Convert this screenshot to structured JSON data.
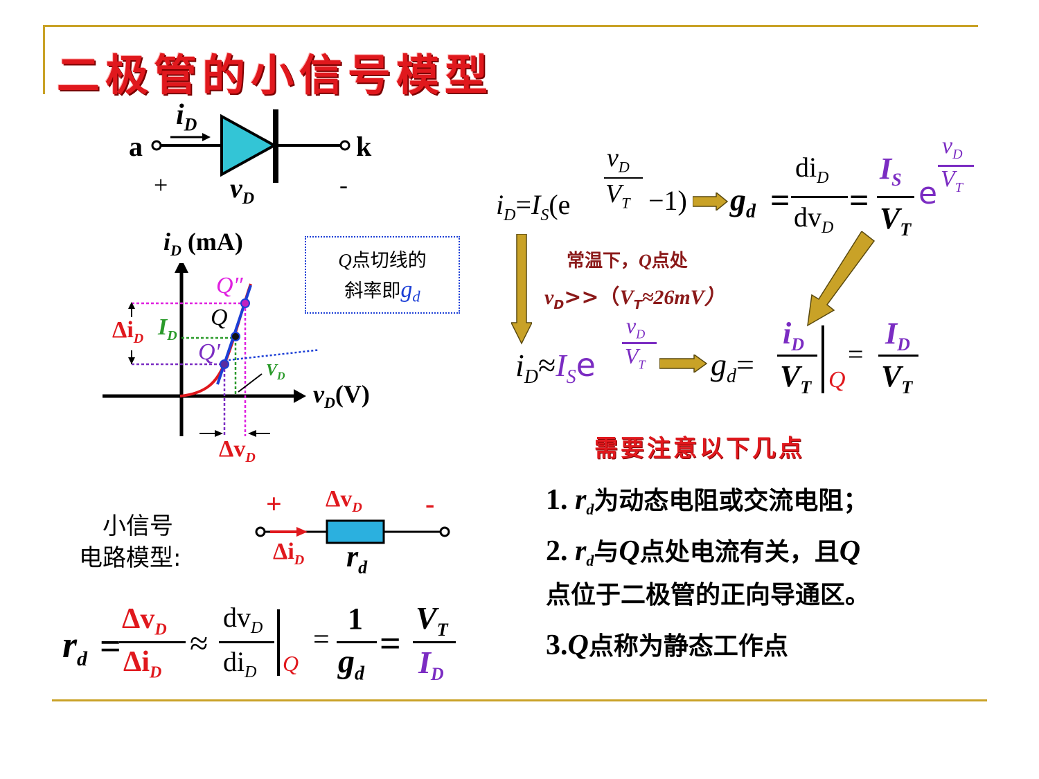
{
  "slide": {
    "title": "二极管的小信号模型",
    "colors": {
      "accent_line": "#c9a227",
      "title_red": "#e0181d",
      "arrow_gold": "#c9a227",
      "blue": "#1c3fd6",
      "purple": "#7b2cc2"
    }
  },
  "symbol": {
    "current_label": "i",
    "current_sub": "D",
    "anode": "a",
    "cathode": "k",
    "plus": "+",
    "minus": "-",
    "voltage_label": "v",
    "voltage_sub": "D"
  },
  "graph": {
    "y_axis_label": "i",
    "y_axis_sub": "D",
    "y_axis_unit": " (mA)",
    "x_axis_label": "v",
    "x_axis_sub": "D",
    "x_axis_unit": "(V)",
    "point_q2": "Q″",
    "point_q": "Q",
    "point_q1": "Q′",
    "delta_i": "Δi",
    "delta_i_sub": "D",
    "current_I": "I",
    "current_I_sub": "D",
    "voltage_V": "V",
    "voltage_V_sub": "D",
    "delta_v": "Δv",
    "delta_v_sub": "D"
  },
  "tip": {
    "line1_q": "Q",
    "line1_rest": "点切线的",
    "line2_text": "斜率即",
    "line2_g": "g",
    "line2_sub": "d"
  },
  "formulas": {
    "main_lhs": "i",
    "main_lhs_sub": "D",
    "main_eq": "=",
    "main_is": "I",
    "main_is_sub": "S",
    "main_paren": "(e",
    "main_exp_num": "v",
    "main_exp_num_sub": "D",
    "main_exp_den": "V",
    "main_exp_den_sub": "T",
    "main_tail": "−1)",
    "gd": "g",
    "gd_sub": "d",
    "gd_num": "di",
    "gd_num_sub": "D",
    "gd_den": "dv",
    "gd_den_sub": "D",
    "gd_is": "I",
    "gd_is_sub": "S",
    "gd_vt": "V",
    "gd_vt_sub": "T",
    "e": "e",
    "cond_line1": "常温下，",
    "cond_q": "Q",
    "cond_line1_tail": "点处",
    "cond_v": "v",
    "cond_v_sub": "D",
    "cond_line2": ">>（",
    "cond_vt": "V",
    "cond_vt_sub": "T",
    "cond_val": "≈26mV）",
    "approx_lhs": "i",
    "approx_lhs_sub": "D",
    "approx_sign": "≈",
    "approx_is": "I",
    "approx_is_sub": "S",
    "res_g": "g",
    "res_g_sub": "d",
    "res_q": "Q",
    "res_id": "i",
    "res_id_sub": "D",
    "res_ID": "I",
    "res_ID_sub": "D"
  },
  "notes": {
    "heading": "需要注意以下几点",
    "n1_prefix": "1. ",
    "n1_r": "r",
    "n1_sub": "d",
    "n1_text": "为动态电阻或交流电阻；",
    "n2_prefix": "2. ",
    "n2_r": "r",
    "n2_sub": "d",
    "n2_text": "与",
    "n2_q": "Q",
    "n2_text2": "点处电流有关，且",
    "n2_q2": "Q",
    "n2_line2": "点位于二极管的正向导通区。",
    "n3_prefix": "3.",
    "n3_q": "Q",
    "n3_text": "点称为静态工作点"
  },
  "circuit": {
    "label_line1": "小信号",
    "label_line2": "电路模型:",
    "plus": "+",
    "minus": "-",
    "dv": "Δv",
    "dv_sub": "D",
    "di": "Δi",
    "di_sub": "D",
    "r": "r",
    "r_sub": "d"
  },
  "rd_formula": {
    "r": "r",
    "r_sub": "d",
    "eq": "=",
    "dv": "Δv",
    "dv_sub": "D",
    "di": "Δi",
    "di_sub": "D",
    "approx": "≈",
    "dvd": "dv",
    "dvd_sub": "D",
    "did": "di",
    "did_sub": "D",
    "q": "Q",
    "one": "1",
    "g": "g",
    "g_sub": "d",
    "vt": "V",
    "vt_sub": "T",
    "id": "I",
    "id_sub": "D"
  }
}
